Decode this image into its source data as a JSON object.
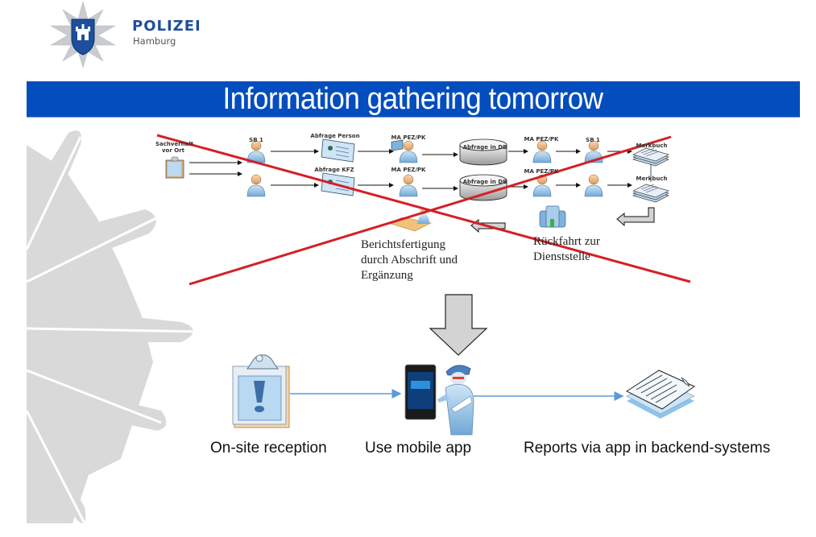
{
  "header": {
    "logo_icon": "police-star-badge-icon",
    "brand_name": "POLIZEI",
    "brand_city": "Hamburg"
  },
  "slide": {
    "title": "Information gathering tomorrow"
  },
  "old_process": {
    "crossed_out": true,
    "cross_color": "#d42027",
    "start_label": "Sachverhalt vor Ort",
    "row_top": {
      "nodes": [
        "SB 1",
        "Abfrage Person",
        "MA PEZ/PK",
        "Abfrage in DB",
        "MA PEZ/PK",
        "SB 1",
        "Merkbuch"
      ]
    },
    "row_bottom": {
      "nodes": [
        "",
        "Abfrage KFZ",
        "MA PEZ/PK",
        "Abfrage in DB",
        "MA PEZ/PK",
        "",
        "Merkbuch"
      ]
    },
    "return_step": {
      "line1": "Rückfahrt zur",
      "line2": "Dienststelle"
    },
    "report_step": {
      "line1": "Berichtsfertigung",
      "line2": "durch Abschrift und",
      "line3": "Ergänzung"
    }
  },
  "new_process": {
    "arrow_color": "#5b9bd5",
    "steps": [
      {
        "label": "On-site reception",
        "icon": "clipboard-alert-icon"
      },
      {
        "label": "Use mobile app",
        "icon": "officer-with-phone-icon"
      },
      {
        "label": "Reports via app in backend-systems",
        "icon": "document-stack-icon"
      }
    ]
  },
  "colors": {
    "title_bar": "#034dbf",
    "brand_blue": "#1d4f9c",
    "background_star": "#d9d9d9"
  }
}
